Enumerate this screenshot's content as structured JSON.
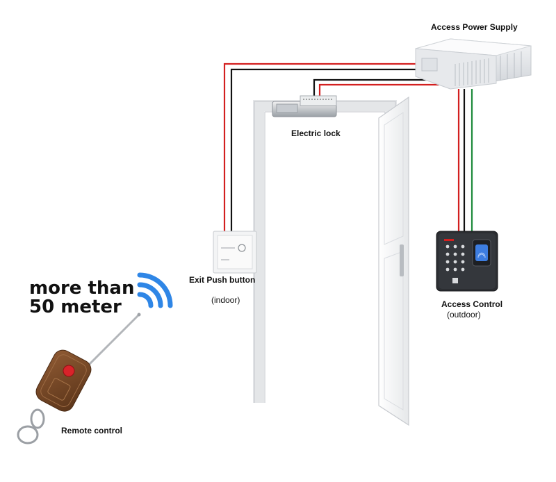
{
  "labels": {
    "power_supply": "Access Power Supply",
    "electric_lock": "Electric lock",
    "exit_button": "Exit Push button",
    "exit_button_note": "(indoor)",
    "access_control": "Access Control",
    "access_control_note": "(outdoor)",
    "remote_control": "Remote control",
    "range_line1": "more than",
    "range_line2": "50 meter"
  },
  "colors": {
    "wire_red": "#d31f1f",
    "wire_black": "#111111",
    "wire_green": "#1e8a3c",
    "wireless_blue": "#2f86e6",
    "remote_body": "#7a4a2a",
    "remote_button": "#d9232a",
    "keypad_body": "#2b2d31"
  },
  "icons": {
    "wireless": "wireless-signal-icon",
    "fingerprint": "fingerprint-sensor-icon"
  }
}
